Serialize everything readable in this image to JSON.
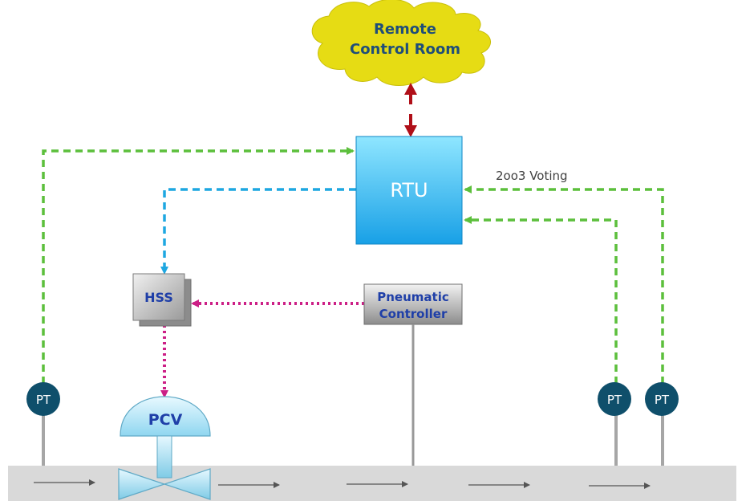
{
  "cloud": {
    "line1": "Remote",
    "line2": "Control Room"
  },
  "rtu": {
    "label": "RTU"
  },
  "hss": {
    "label": "HSS"
  },
  "pneumatic": {
    "line1": "Pneumatic",
    "line2": "Controller"
  },
  "pcv": {
    "label": "PCV"
  },
  "voting": {
    "label": "2oo3 Voting"
  },
  "transmitters": [
    {
      "label": "PT"
    },
    {
      "label": "PT"
    },
    {
      "label": "PT"
    }
  ],
  "colors": {
    "cloud_fill": "#e6dc14",
    "cloud_text": "#1f4e79",
    "rtu_top": "#8fe6ff",
    "rtu_bottom": "#1aa3e8",
    "pt_fill": "#0f4f6b",
    "green_line": "#5cbf3c",
    "blue_line": "#1ea7e1",
    "magenta_line": "#cc1f86",
    "red_arrow": "#b00f18",
    "pipe": "#d9d9d9",
    "hss_text": "#1f3fa8"
  }
}
